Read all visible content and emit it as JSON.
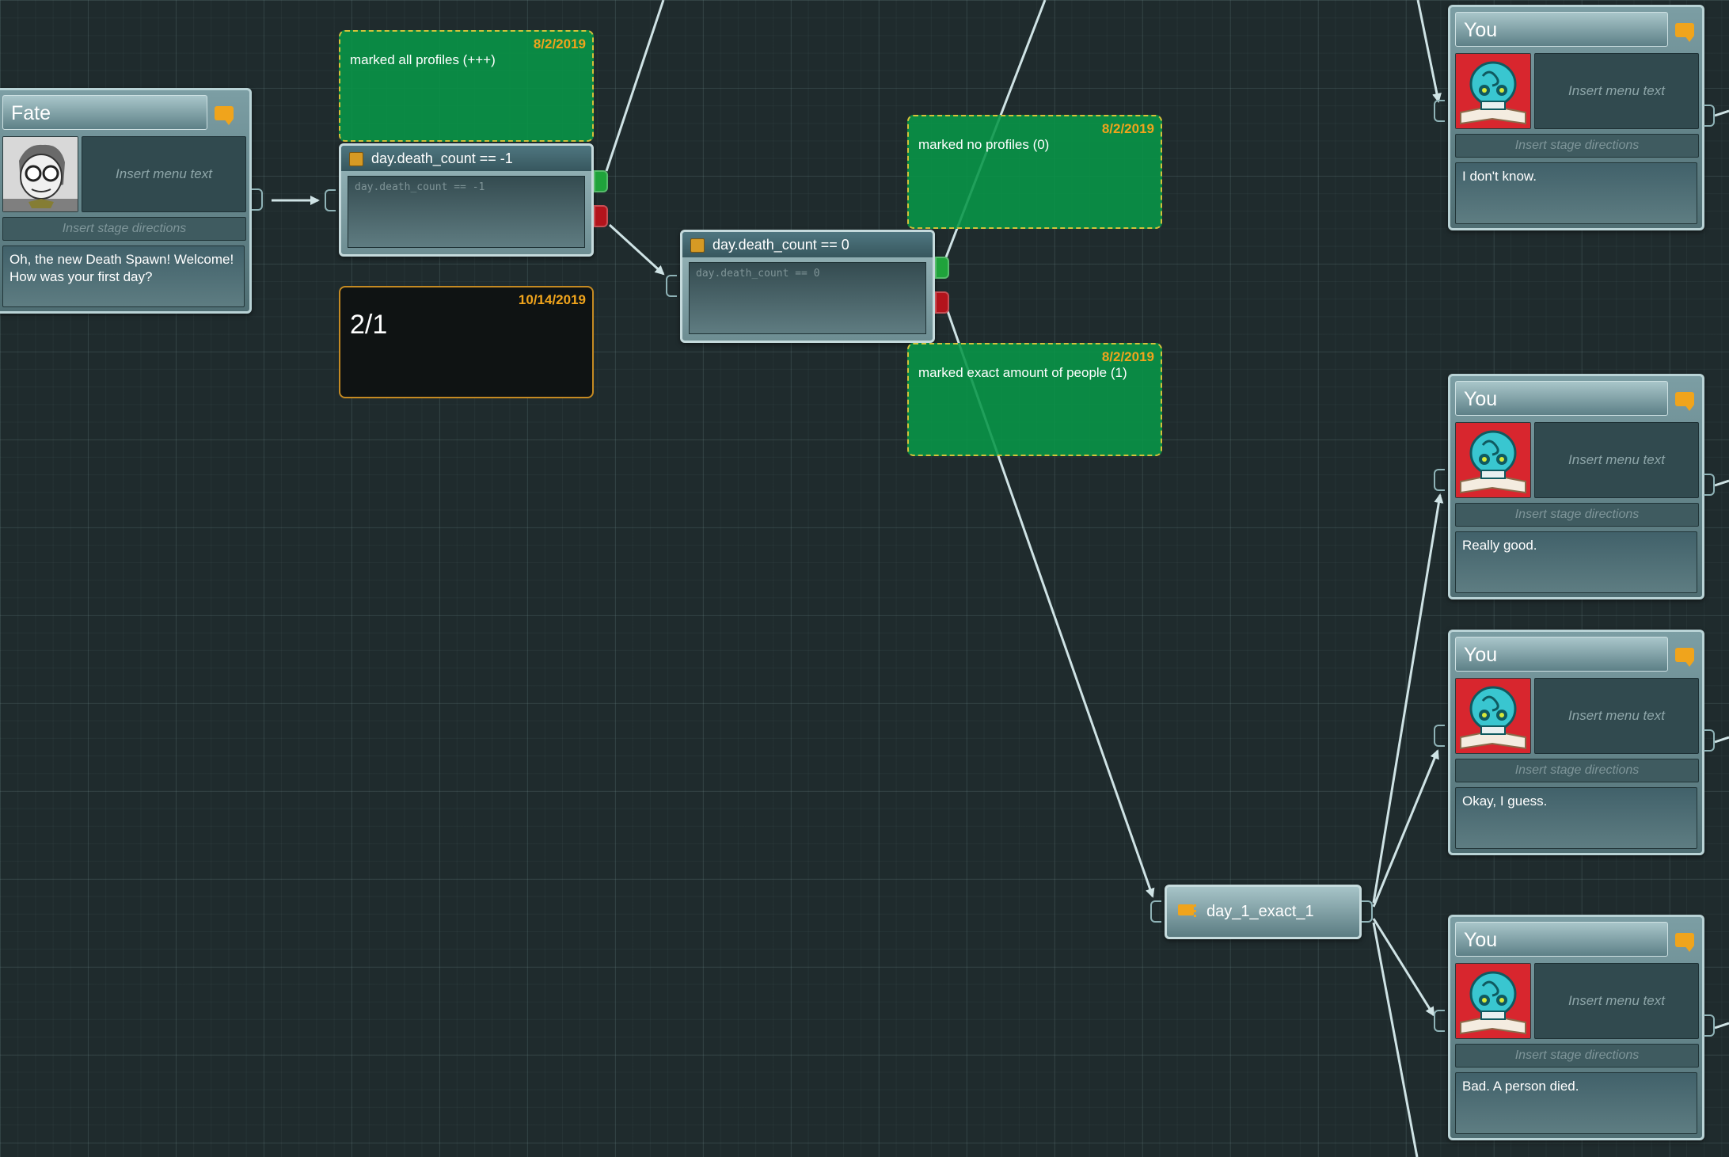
{
  "fate_node": {
    "title": "Fate",
    "menu_placeholder": "Insert menu text",
    "stage_placeholder": "Insert stage directions",
    "text": "Oh, the new Death Spawn! Welcome! How was your first day?"
  },
  "condition_1": {
    "title": "day.death_count == -1",
    "code": "day.death_count == -1"
  },
  "condition_2": {
    "title": "day.death_count == 0",
    "code": "day.death_count == 0"
  },
  "notes": {
    "all_profiles": {
      "date": "8/2/2019",
      "text": "marked all profiles (+++)"
    },
    "counter": {
      "date": "10/14/2019",
      "text": "2/1"
    },
    "no_profiles": {
      "date": "8/2/2019",
      "text": "marked no profiles (0)"
    },
    "exact_amount": {
      "date": "8/2/2019",
      "text": "marked exact amount of people (1)"
    }
  },
  "hub": {
    "label": "day_1_exact_1"
  },
  "you_nodes": [
    {
      "title": "You",
      "menu_placeholder": "Insert menu text",
      "stage_placeholder": "Insert stage directions",
      "text": "I don't know."
    },
    {
      "title": "You",
      "menu_placeholder": "Insert menu text",
      "stage_placeholder": "Insert stage directions",
      "text": "Really good."
    },
    {
      "title": "You",
      "menu_placeholder": "Insert menu text",
      "stage_placeholder": "Insert stage directions",
      "text": "Okay, I guess."
    },
    {
      "title": "You",
      "menu_placeholder": "Insert menu text",
      "stage_placeholder": "Insert stage directions",
      "text": "Bad. A person died."
    }
  ],
  "colors": {
    "canvas": "#1f2b2d",
    "note_green": "#089648",
    "note_border": "#d4c23a",
    "date_orange": "#f0a41c",
    "pin_true": "#1fa33b",
    "pin_false": "#b3141c",
    "wire": "#cfe3e5"
  },
  "icons": {
    "speech": "speech-bubble-icon",
    "condition": "condition-icon",
    "hub": "hub-icon",
    "fate_portrait": "fate-portrait-icon",
    "you_portrait": "skull-book-portrait-icon"
  }
}
